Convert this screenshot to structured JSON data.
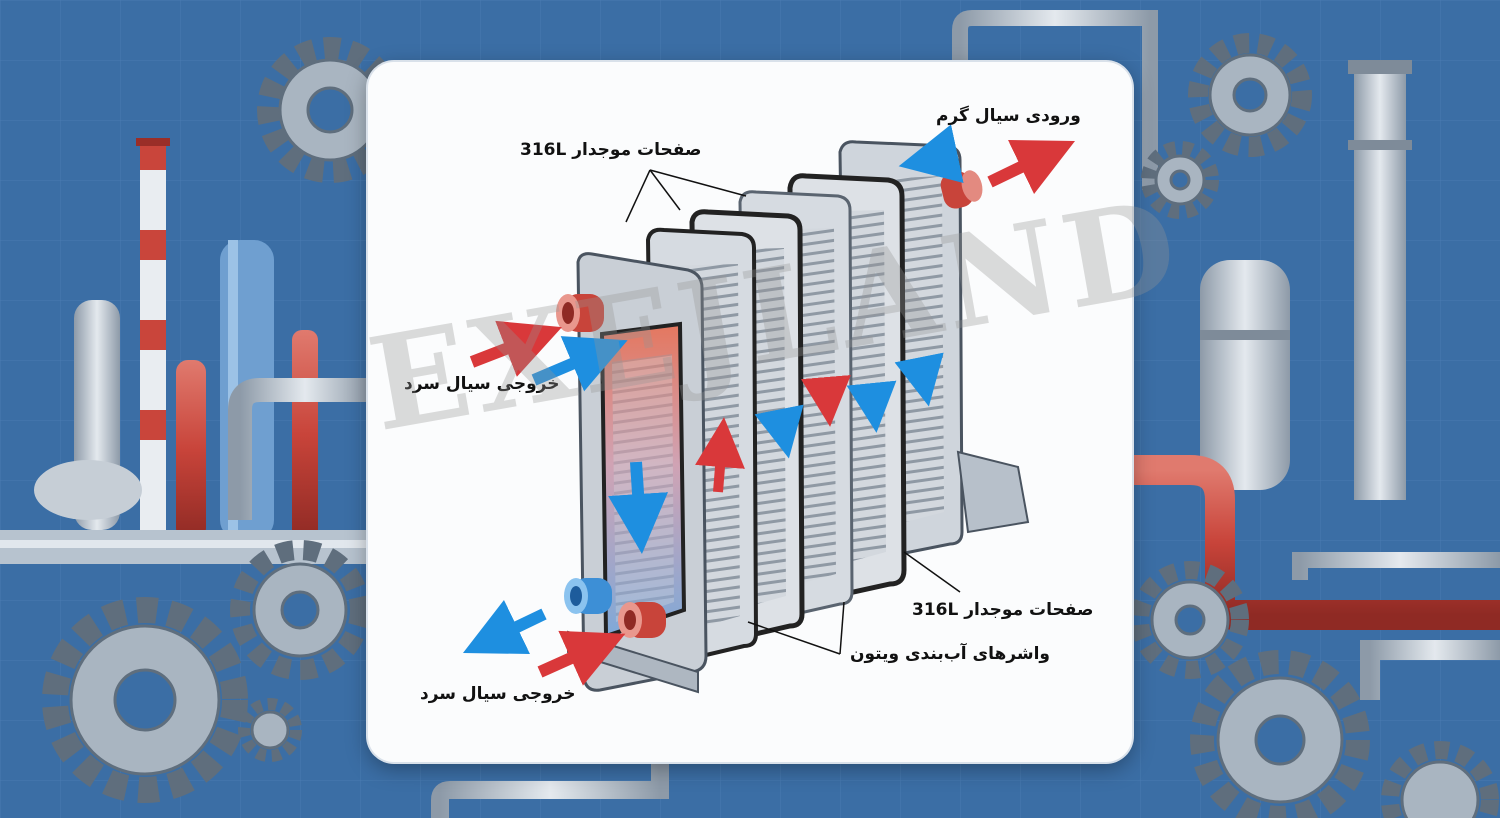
{
  "labels": {
    "hot_inlet": "ورودی سیال گرم",
    "plates_top": "صفحات موجدار 316L",
    "cold_outlet_left": "خروجی سیال سرد",
    "plates_bottom": "صفحات موجدار 316L",
    "gaskets": "واشرهای آب‌بندی ویتون",
    "cold_outlet_bottom": "خروجی سیال سرد"
  },
  "watermark": "EXEJLAND",
  "colors": {
    "background": "#3c6fa6",
    "panel": "#fbfcfd",
    "hot": "#d9383a",
    "cold": "#1e8fe0",
    "plate": "#d7dbe0",
    "gasket": "#222222",
    "pipe_red": "#c8524a",
    "pipe_steel": "#b9c4cf"
  }
}
